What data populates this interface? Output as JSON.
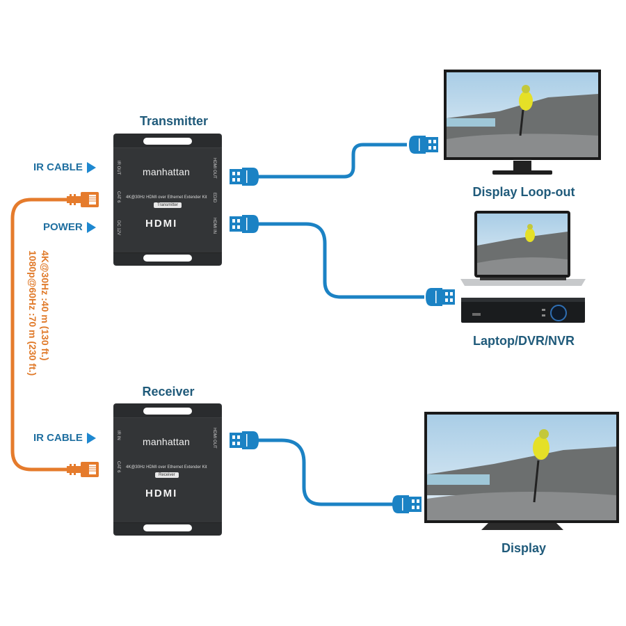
{
  "diagram": {
    "colors": {
      "hdmi_cable": "#1b82c4",
      "ethernet_cable": "#e57b2c",
      "label_text": "#1f5a7a",
      "arrow": "#1e88d0",
      "device": "#2d2f31"
    },
    "transmitter": {
      "title": "Transmitter",
      "brand": "manhattan",
      "kit_text": "4K@30Hz HDMI over Ethernet Extender Kit",
      "badge": "Transmitter",
      "hdmi_logo": "HDMI",
      "left_ports": [
        "IR OUT",
        "CAT 6",
        "DC 12V"
      ],
      "right_ports": [
        "HDMI OUT",
        "EDID",
        "HDMI IN"
      ]
    },
    "receiver": {
      "title": "Receiver",
      "brand": "manhattan",
      "kit_text": "4K@30Hz HDMI over Ethernet Extender Kit",
      "badge": "Receiver",
      "hdmi_logo": "HDMI",
      "left_ports": [
        "IR IN",
        "CAT 6"
      ],
      "right_ports": [
        "HDMI OUT"
      ]
    },
    "side_labels": {
      "tx_ir": "IR CABLE",
      "tx_power": "POWER",
      "rx_ir": "IR CABLE"
    },
    "distance": {
      "line1": "4K@30Hz :40 m (130 ft.)",
      "line2": "1080p@60Hz :70 m (230 ft.)"
    },
    "endpoints": {
      "loopout": "Display Loop-out",
      "source": "Laptop/DVR/NVR",
      "display": "Display"
    }
  }
}
